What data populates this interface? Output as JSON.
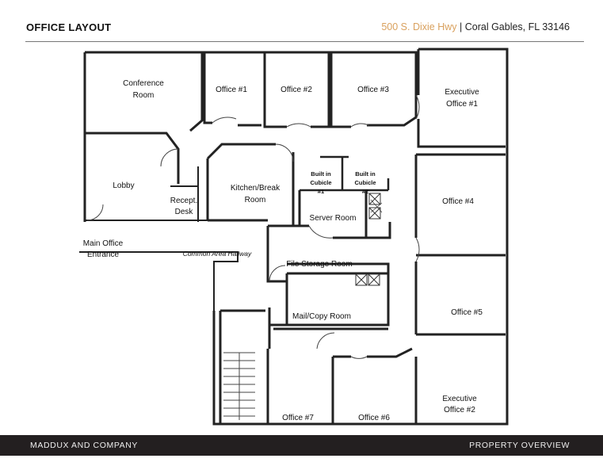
{
  "header": {
    "title": "OFFICE LAYOUT",
    "address_street": "500 S. Dixie Hwy",
    "separator": " | ",
    "address_city": "Coral Gables, FL 33146",
    "accent_color": "#d9a15e"
  },
  "floorplan": {
    "rooms": {
      "conference_1": "Conference",
      "conference_2": "Room",
      "office1": "Office #1",
      "office2": "Office #2",
      "office3": "Office #3",
      "exec1_1": "Executive",
      "exec1_2": "Office #1",
      "lobby": "Lobby",
      "recept_1": "Recept.",
      "recept_2": "Desk",
      "kitchen_1": "Kitchen/Break",
      "kitchen_2": "Room",
      "cub1_1": "Built in",
      "cub1_2": "Cubicle",
      "cub1_3": "#1",
      "cub2_1": "Built in",
      "cub2_2": "Cubicle",
      "cub2_3": "#2",
      "server": "Server Room",
      "entrance_1": "Main Office",
      "entrance_2": "Entrance",
      "hallway": "Common Area Hallway",
      "file_storage": "File Storage Room",
      "office4": "Office #4",
      "office5": "Office #5",
      "mail": "Mail/Copy Room",
      "exec2_1": "Executive",
      "exec2_2": "Office #2",
      "office7": "Office #7",
      "office6": "Office #6"
    }
  },
  "footer": {
    "company": "MADDUX  AND COMPANY",
    "section": "PROPERTY  OVERVIEW"
  }
}
